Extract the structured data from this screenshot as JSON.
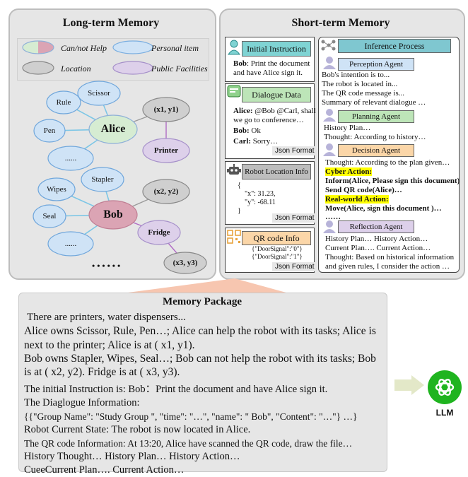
{
  "long_term": {
    "title": "Long-term Memory",
    "legend": [
      {
        "label": "Can/not Help"
      },
      {
        "label": "Personal item"
      },
      {
        "label": "Location"
      },
      {
        "label": "Public Facilities"
      }
    ],
    "alice": {
      "name": "Alice",
      "location": "(x1, y1)",
      "facility": "Printer",
      "items": [
        "Scissor",
        "Rule",
        "Pen",
        "......"
      ]
    },
    "bob": {
      "name": "Bob",
      "location": "(x2, y2)",
      "facility": "Fridge",
      "items": [
        "Stapler",
        "Wipes",
        "Seal",
        "......"
      ]
    },
    "extra_location": "(x3, y3)",
    "dots": "• • • • • •"
  },
  "short_term": {
    "title": "Short-term Memory",
    "initial_instruction": {
      "header": "Initial Instruction",
      "speaker": "Bob",
      "text1": ": Print the document",
      "text2": "and have Alice sign it."
    },
    "dialogue": {
      "header": "Dialogue Data",
      "lines": [
        {
          "speaker": "Alice:",
          "text": " @Bob @Carl, shall"
        },
        {
          "speaker": "",
          "text": "we go to conference…"
        },
        {
          "speaker": "Bob:",
          "text": " Ok"
        },
        {
          "speaker": "Carl:",
          "text": " Sorry…"
        }
      ],
      "tag": "Json Format"
    },
    "robot_location": {
      "header": "Robot Location Info",
      "json": [
        "{",
        "\"x\":  31.23,",
        "\"y\":  -68.11",
        "}"
      ],
      "tag": "Json Format"
    },
    "qr": {
      "header": "QR code Info",
      "json": [
        "{\"DoorSignal\":\"0\"}",
        "{\"DoorSignal\":\"1\"}"
      ],
      "tag": "Json Format"
    },
    "inference": {
      "header": "Inference Process",
      "perception": {
        "label": "Perception Agent",
        "lines": [
          "Bob's intention is to...",
          "The robot is located in...",
          "The QR code message is...",
          "Summary of relevant dialogue …"
        ]
      },
      "planning": {
        "label": "Planning Agent",
        "lines": [
          "History Plan…",
          "Thought: According to history…"
        ]
      },
      "decision": {
        "label": "Decision Agent",
        "thought": "Thought: According to the plan given…",
        "cyber_label": "Cyber Action:",
        "cyber_lines": [
          "Inform(Alice, Please sign this document)",
          "Send QR code(Alice)…"
        ],
        "real_label": "Real-world Action:",
        "real_lines": [
          "Move(Alice, sign this document )…",
          "……"
        ]
      },
      "reflection": {
        "label": "Reflection Agent",
        "lines": [
          "History Plan…   History Action…",
          "Current Plan….  Current Action…",
          "Thought: Based on historical information",
          "and given rules, I consider the action …"
        ]
      }
    }
  },
  "memory_package": {
    "title": "Memory Package",
    "lines": [
      "There are printers, water dispensers...",
      "Alice owns Scissor, Rule, Pen…; Alice can help the robot with its tasks; Alice is",
      "next to the printer;   Alice is at ( x1, y1).",
      "Bob owns Stapler, Wipes, Seal…; Bob can not help the robot with its tasks; Bob",
      "is at ( x2, y2).   Fridge is at ( x3, y3).",
      "The initial Instruction is: Bob：Print the document and have Alice sign it.",
      "The Diaglogue Information:",
      "{{\"Group Name\": \"Study Group \", \"time\": \"…\", \"name\": \" Bob\", \"Content\": \"…\"} …}",
      "Robot Current State: The robot is now located in Alice.",
      "The QR code Information: At 13:20, Alice have scanned the QR code, draw the file…",
      "History Thought…   History Plan…   History Action…",
      "CueeCurrent Plan….  Current Action…"
    ]
  },
  "llm": {
    "label": "LLM"
  },
  "colors": {
    "panel": "#e6e6e6",
    "green_node": "#d6ecd2",
    "pink_node": "#dba4b4",
    "blue_node": "#cfe3f6",
    "gray_node": "#cfcfcf",
    "purple_node": "#ddd0ea",
    "teal_header": "#7fd3d3",
    "green_header": "#bde5b8",
    "orange_header": "#fbd6a8",
    "llm_green": "#1fb41f",
    "arrow": "#e3e8c8"
  }
}
